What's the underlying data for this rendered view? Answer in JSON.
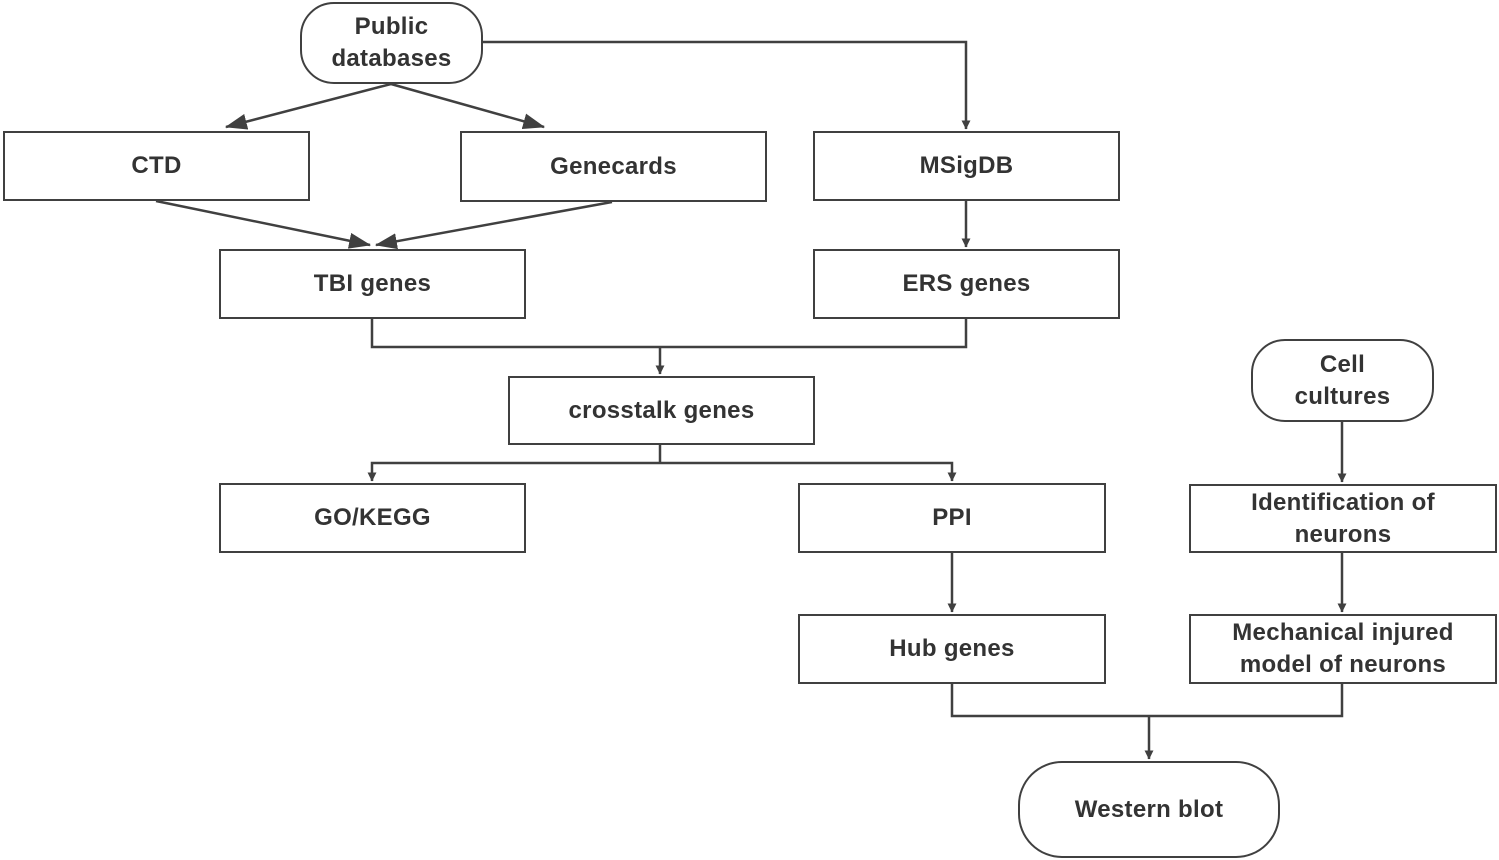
{
  "colors": {
    "stroke": "#404040",
    "text": "#333333",
    "background": "#ffffff"
  },
  "nodes": {
    "public_databases": {
      "lines": [
        "Public",
        "databases"
      ]
    },
    "ctd": {
      "label": "CTD"
    },
    "genecards": {
      "label": "Genecards"
    },
    "msigdb": {
      "label": "MSigDB"
    },
    "tbi_genes": {
      "label": "TBI genes"
    },
    "ers_genes": {
      "label": "ERS genes"
    },
    "crosstalk_genes": {
      "label": "crosstalk genes"
    },
    "go_kegg": {
      "label": "GO/KEGG"
    },
    "ppi": {
      "label": "PPI"
    },
    "hub_genes": {
      "label": "Hub genes"
    },
    "cell_cultures": {
      "lines": [
        "Cell",
        "cultures"
      ]
    },
    "identification_of_neurons": {
      "lines": [
        "Identification of",
        "neurons"
      ]
    },
    "mechanical_injured_model": {
      "lines": [
        "Mechanical injured",
        "model of neurons"
      ]
    },
    "western_blot": {
      "label": "Western blot"
    }
  }
}
